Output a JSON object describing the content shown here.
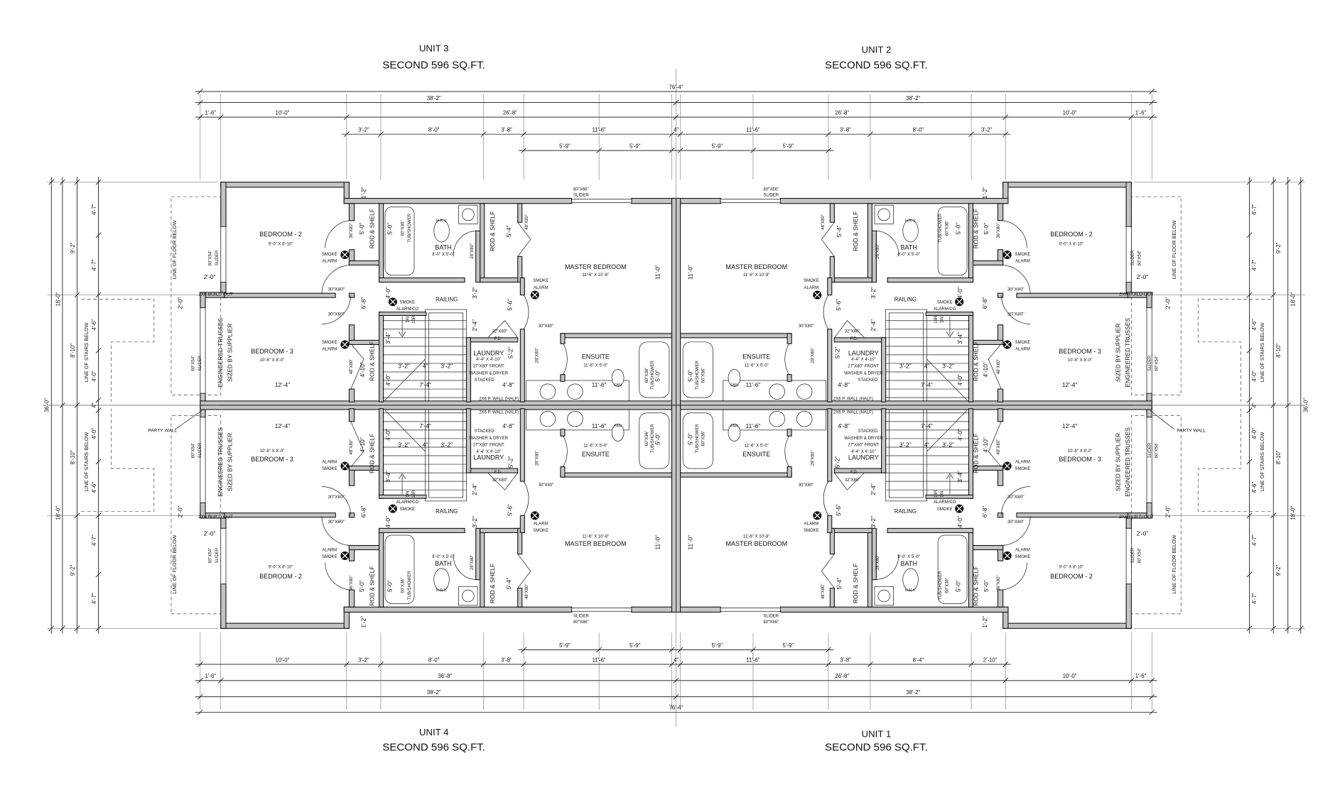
{
  "units": [
    {
      "name": "UNIT 3",
      "area": "SECOND 596 SQ.FT."
    },
    {
      "name": "UNIT 2",
      "area": "SECOND 596 SQ.FT."
    },
    {
      "name": "UNIT 4",
      "area": "SECOND 596 SQ.FT."
    },
    {
      "name": "UNIT 1",
      "area": "SECOND 596 SQ.FT."
    }
  ],
  "labels": {
    "bed2": "BEDROOM - 2",
    "bed2_size": "9'-0\" X 8'-10\"",
    "bed3": "BEDROOM - 3",
    "bed3_size": "10'-6\" X 8'-0\"",
    "bath": "BATH",
    "bath_size": "8'-0\" X 5'-0\"",
    "hrv": "H.R.V.",
    "master": "MASTER BEDROOM",
    "master_size": "11'-6\" X 10'-8\"",
    "ensuite": "ENSUITE",
    "ensuite_size": "11'-6\" X 5'-0\"",
    "laundry": "LAUNDRY",
    "laundry_size": "4'-4\" X 4'-10\"",
    "laundry_n1": "27\"X80\" FRONT",
    "laundry_n2": "WASHER & DRYER",
    "laundry_n3": "STACKED",
    "fd": "F.D.",
    "fan": "FAN",
    "railing": "RAILING",
    "dn": "DN",
    "r18": "18R",
    "smoke": "SMOKE",
    "alarm": "ALARM",
    "alarm_co": "ALARM/CO",
    "rod_shelf": "ROD & SHELF",
    "tub_size": "60\"X36\"",
    "tub": "TUB/SHOWER",
    "slider_main": "80\"X66\"",
    "slider": "SLIDER",
    "slider_side": "60\"X54\"",
    "door_30": "30\"X80\"",
    "door_36": "36\"X80\"",
    "door_28": "28\"X80\"",
    "door_48": "48\"X80\"",
    "door_32": "32\"X80\"",
    "build_out": "2X6 BUILD OUT",
    "p_wall": "2X6 P. WALL (HALF)",
    "trusses1": "ENGINEERED TRUSSES",
    "trusses2": "SIZED BY SUPPLIER",
    "floor_below": "LINE OF FLOOR BELOW",
    "stairs_below": "LINE OF STAIRS BELOW",
    "party_wall": "PARTY WALL",
    "d_1_2": "1'-2\"",
    "d_5_0": "5'-0\"",
    "d_5_4": "5'-4\"",
    "d_11_0": "11'-0\"",
    "d_2_0": "2'-0\"",
    "d_6_8": "6'-8\"",
    "d_4_0": "4'-0\"",
    "d_3_2": "3'-2\"",
    "d_5_6": "5'-6\"",
    "d_2_4": "2'-4\"",
    "d_3_4": "3'-4\"",
    "d_5_2": "5'-2\"",
    "d_4_8": "4'-8\"",
    "d_11_6": "11'-6\"",
    "d_12_4": "12'-4\"",
    "d_4_10": "4'-10\"",
    "d_4": "4\"",
    "d_7_4": "7'-4\""
  },
  "dimensions": {
    "top_overall": [
      "76'-4\""
    ],
    "top_halves": [
      "38'-2\"",
      "38'-2\""
    ],
    "top_row3": [
      "1'-6\"",
      "10'-0\"",
      "26'-8\"",
      "26'-8\"",
      "10'-0\"",
      "1'-6\""
    ],
    "top_row4": [
      "3'-2\"",
      "8'-0\"",
      "3'-8\"",
      "11'-6\"",
      "4\"",
      "11'-6\"",
      "3'-8\"",
      "8'-0\"",
      "3'-2\""
    ],
    "top_row5": [
      "5'-9\"",
      "5'-9\"",
      "5'-9\"",
      "5'-9\""
    ],
    "bottom_row1": [
      "5'-9\"",
      "5'-9\"",
      "5'-9\"",
      "5'-9\""
    ],
    "bottom_row2": [
      "10'-0\"",
      "3'-2\"",
      "8'-0\"",
      "3'-8\"",
      "11'-6\"",
      "4\"",
      "11'-6\"",
      "3'-8\"",
      "8'-4\"",
      "2'-10\""
    ],
    "bottom_row3": [
      "1'-6\"",
      "36'-8\"",
      "26'-8\"",
      "10'-0\"",
      "1'-6\""
    ],
    "bottom_halves": [
      "38'-2\"",
      "38'-2\""
    ],
    "bottom_overall": [
      "76'-4\""
    ],
    "side_overall": [
      "36'-0\""
    ],
    "side_halves": [
      "18'-0\"",
      "18'-0\""
    ],
    "side_rooms": [
      "9'-2\"",
      "8'-10\"",
      "8'-10\"",
      "9'-2\""
    ],
    "side_inner": [
      "4'-7\"",
      "4'-7\"",
      "4'-6\"",
      "4'-0\"",
      "4\"",
      "4'-0\"",
      "4'-6\"",
      "4'-7\"",
      "4'-7\""
    ]
  }
}
